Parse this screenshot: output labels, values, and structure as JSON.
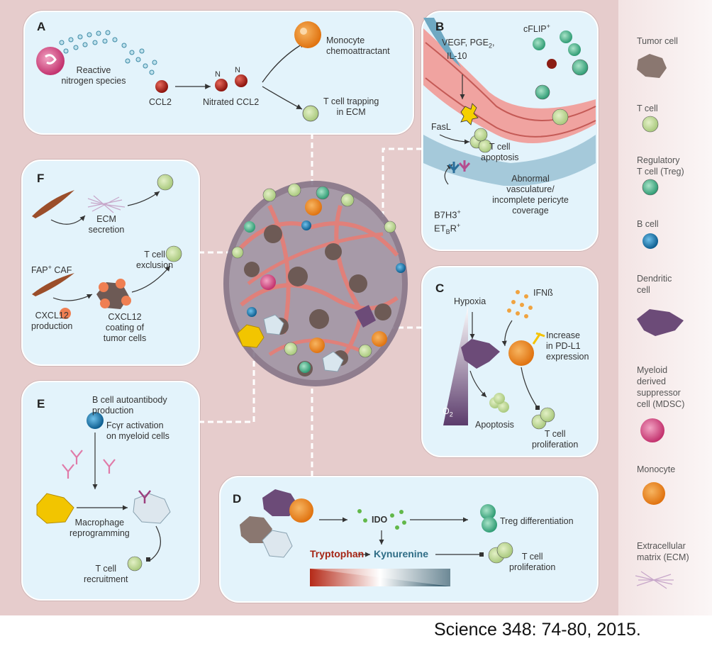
{
  "panels": {
    "a": {
      "label": "A",
      "reactive": "Reactive\nnitrogen species",
      "ccl2": "CCL2",
      "nitrated": "Nitrated CCL2",
      "monocyte": "Monocyte\nchemoattractant",
      "trapping": "T cell trapping\nin ECM",
      "n1": "N",
      "n2": "N"
    },
    "b": {
      "label": "B",
      "vegf_pre": "VEGF, PGE",
      "vegf_sub": "2",
      "vegf_post": ",",
      "il10": "IL-10",
      "cflip": "cFLIP",
      "cflip_sup": "+",
      "fasl": "FasL",
      "apoptosis": "T cell\napoptosis",
      "abnormal": "Abnormal\nvasculature/\nincomplete pericyte\ncoverage",
      "b7h3": "B7H3",
      "b7h3_sup": "+",
      "etbr_pre": "ET",
      "etbr_sub": "B",
      "etbr_mid": "R",
      "etbr_sup": "+"
    },
    "c": {
      "label": "C",
      "hypoxia": "Hypoxia",
      "ifnb": "IFNß",
      "increase": "Increase\nin PD-L1\nexpression",
      "o2": "O",
      "o2_sub": "2",
      "apoptosis": "Apoptosis",
      "proliferation": "T cell\nproliferation"
    },
    "d": {
      "label": "D",
      "ido": "IDO",
      "treg_diff": "Treg differentiation",
      "tryptophan": "Tryptophan",
      "kynurenine": "Kynurenine",
      "proliferation": "T cell\nproliferation"
    },
    "e": {
      "label": "E",
      "bcell": "B cell autoantibody\nproduction",
      "fcgr": "Fcγr activation\non myeloid cells",
      "macrophage": "Macrophage\nreprogramming",
      "recruitment": "T cell\nrecruitment"
    },
    "f": {
      "label": "F",
      "ecm": "ECM\nsecretion",
      "fap_pre": "FAP",
      "fap_sup": "+",
      "fap_post": " CAF",
      "cxcl12_prod": "CXCL12\nproduction",
      "exclusion": "T cell\nexclusion",
      "coating": "CXCL12\ncoating of\ntumor cells"
    }
  },
  "legend": [
    {
      "label": "Tumor cell",
      "icon": "tumor-cell-icon"
    },
    {
      "label": "T cell",
      "icon": "t-cell-icon"
    },
    {
      "label": "Regulatory\nT cell (Treg)",
      "icon": "treg-icon"
    },
    {
      "label": "B cell",
      "icon": "b-cell-icon"
    },
    {
      "label": "Dendritic\ncell",
      "icon": "dendritic-cell-icon"
    },
    {
      "label": "Myeloid\nderived\nsuppressor\ncell (MDSC)",
      "icon": "mdsc-icon"
    },
    {
      "label": "Monocyte",
      "icon": "monocyte-icon"
    },
    {
      "label": "Extracellular\nmatrix (ECM)",
      "icon": "ecm-icon"
    }
  ],
  "citation": "Science 348: 74-80, 2015.",
  "colors": {
    "background": "#e6cccc",
    "panel": "#e3f3fb",
    "t_cell": "#c9e0a6",
    "treg": "#5fbf9a",
    "b_cell": "#1f7fb5",
    "monocyte": "#ef8a1e",
    "mdsc": "#d84f86",
    "tumor": "#8a7770",
    "dendritic": "#6c4b78",
    "vessel": "#e8837b",
    "ccl2": "#b8241c"
  }
}
